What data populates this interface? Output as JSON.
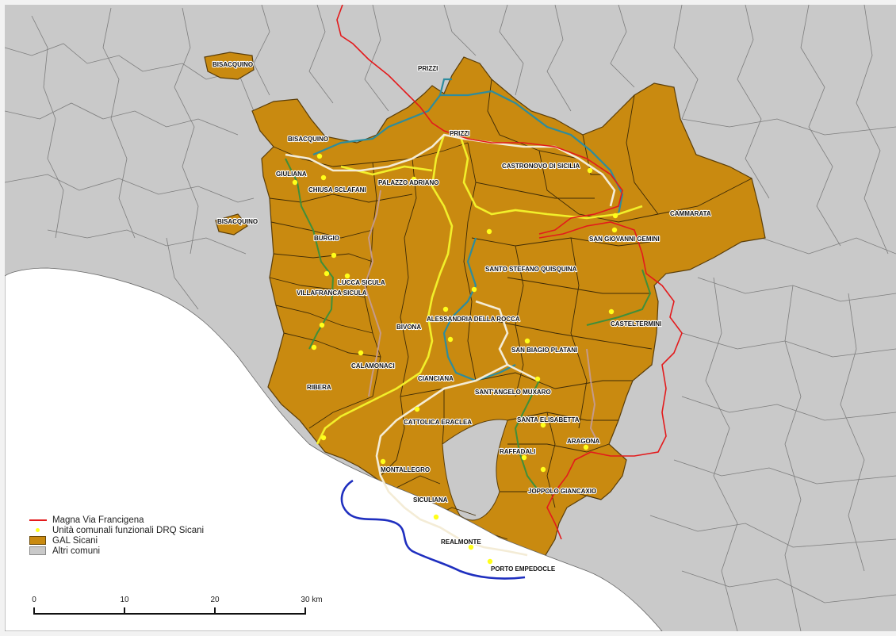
{
  "labels": {
    "bisacquino_top": "BISACQUINO",
    "bisacquino_mid": "BISACQUINO",
    "bisacquino_left": "BISACQUINO",
    "prizzi_top": "PRIZZI",
    "prizzi": "PRIZZI",
    "castronovo": "CASTRONOVO DI SICILIA",
    "giuliana": "GIULIANA",
    "chiusa": "CHIUSA SCLAFANI",
    "palazzo": "PALAZZO ADRIANO",
    "cammarata": "CAMMARATA",
    "san_giovanni": "SAN GIOVANNI GEMINI",
    "burgio": "BURGIO",
    "santo_stefano": "SANTO STEFANO QUISQUINA",
    "lucca": "LUCCA SICULA",
    "villafranca": "VILLAFRANCA SICULA",
    "alessandria": "ALESSANDRIA DELLA ROCCA",
    "bivona": "BIVONA",
    "casteltermini": "CASTELTERMINI",
    "san_biagio": "SAN BIAGIO PLATANI",
    "calamonaci": "CALAMONACI",
    "ribera": "RIBERA",
    "cianciana": "CIANCIANA",
    "santangelo": "SANT'ANGELO MUXARO",
    "cattolica": "CATTOLICA ERACLEA",
    "santa_elisabetta": "SANTA ELISABETTA",
    "aragona": "ARAGONA",
    "raffadali": "RAFFADALI",
    "montallegro": "MONTALLEGRO",
    "joppolo": "JOPPOLO GIANCAXIO",
    "siculiana": "SICULIANA",
    "realmonte": "REALMONTE",
    "porto_empedocle": "PORTO EMPEDOCLE"
  },
  "legend": {
    "items": [
      {
        "label": "Magna Via Francigena",
        "symbol": "line",
        "color": "#e31a1c"
      },
      {
        "label": "Unità comunali funzionali DRQ Sicani",
        "symbol": "dot",
        "color": "#ffff1a"
      },
      {
        "label": "GAL Sicani",
        "symbol": "fill",
        "color": "#c98a10"
      },
      {
        "label": "Altri comuni",
        "symbol": "fill",
        "color": "#c9c9c9"
      }
    ]
  },
  "scalebar": {
    "ticks": [
      "0",
      "10",
      "20",
      "30 km"
    ]
  },
  "colors": {
    "gal_fill": "#c98a10",
    "other_fill": "#c9c9c9",
    "sea": "#ffffff",
    "francigena": "#e31a1c",
    "route_yellow": "#f2ef2a",
    "route_white": "#f4ecd6",
    "route_teal": "#2d8c9e",
    "route_green": "#3f8f3a",
    "route_pink": "#c59a8a",
    "route_blue": "#1f2fbf"
  }
}
